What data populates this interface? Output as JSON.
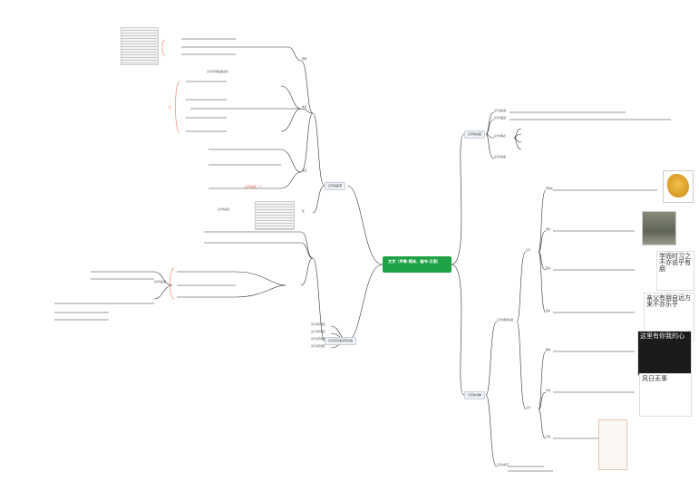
{
  "root": {
    "title": "文字（甲骨-简体、楷书-汉语）"
  },
  "left": {
    "main": {
      "label": "汉字的起源"
    },
    "jiaguwen": {
      "label": "甲骨"
    },
    "jinwen": {
      "label": "金文"
    },
    "shuoshu": {
      "label": "说法"
    },
    "shapes": {
      "label": "形"
    },
    "doc_title": {
      "label": "汉字的演变"
    },
    "note": {
      "label": "汉字在不断发展变化"
    },
    "bottom_group": {
      "label": "汉字对汉语书写系统"
    },
    "bottom_items": [
      "汉字书写规范",
      "汉字书写规范",
      "汉字书写规范",
      "汉字书写规范"
    ],
    "tags": {
      "red1": "汉",
      "red2": "汉字的演变（一）"
    }
  },
  "right": {
    "top": {
      "label": "汉字的演变",
      "items": [
        "汉字的起源",
        "汉字的发展",
        "汉字的特点",
        "汉字的演变"
      ]
    },
    "bottom": {
      "label": "汉字的书体",
      "sub1": "汉字的形体演变",
      "sub2": "汉字的书写",
      "sub3": "汉字",
      "rows": [
        "甲骨文",
        "金文",
        "篆书",
        "隶书",
        "楷书",
        "草书",
        "行书"
      ]
    }
  },
  "calligraphy": {
    "a": "亲父有朋自远方来不亦乐乎",
    "b": "这里有你我的心",
    "c": "风日无事",
    "d": "学而时习之不亦说乎有朋"
  }
}
